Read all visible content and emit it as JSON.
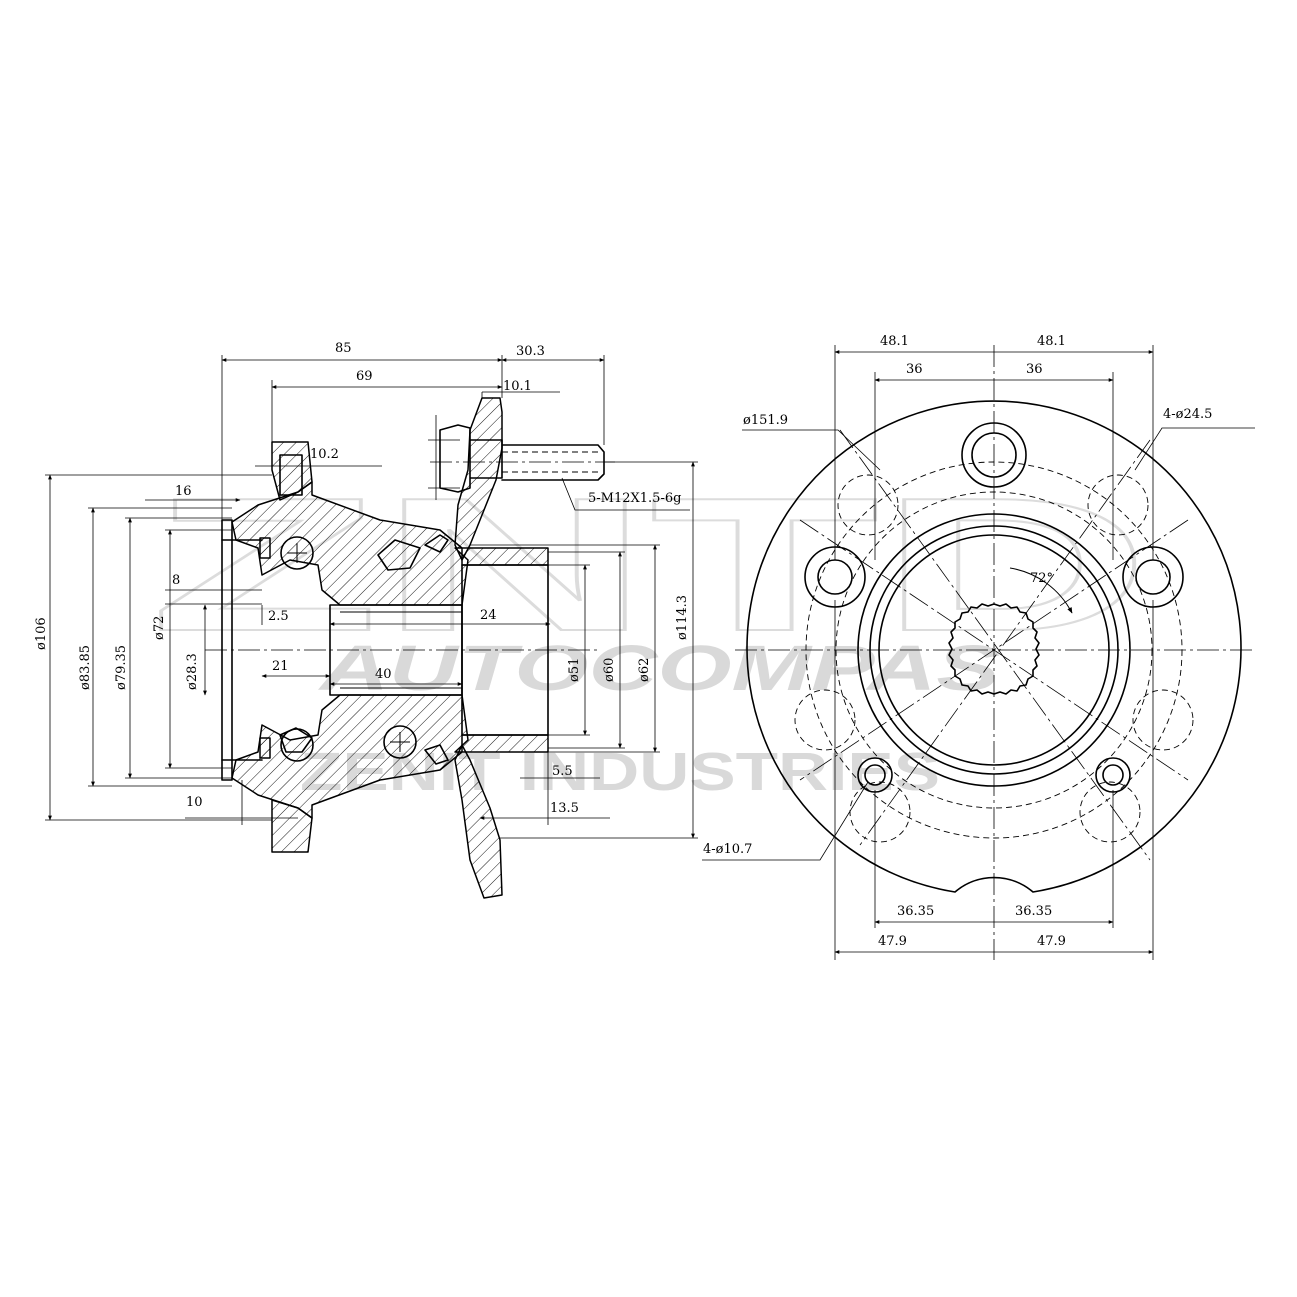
{
  "watermark": {
    "logo_letters": "ZNTD",
    "company": "AUTOCOMPAS",
    "tagline": "ZENIT INDUSTRIES"
  },
  "section_view": {
    "dim_85": "85",
    "dim_30_3": "30.3",
    "dim_69": "69",
    "dim_10_1": "10.1",
    "dim_10_2": "10.2",
    "dim_16": "16",
    "dim_8": "8",
    "dim_2_5": "2.5",
    "dim_24": "24",
    "dim_21": "21",
    "dim_40": "40",
    "dim_5_5": "5.5",
    "dim_10": "10",
    "dim_13_5": "13.5",
    "stud_note": "5-M12X1.5-6g",
    "dia_106": "ø106",
    "dia_83_85": "ø83.85",
    "dia_79_35": "ø79.35",
    "dia_72": "ø72",
    "dia_28_3": "ø28.3",
    "dia_51": "ø51",
    "dia_60": "ø60",
    "dia_62": "ø62",
    "dia_114_3": "ø114.3"
  },
  "front_view": {
    "dim_48_1_left": "48.1",
    "dim_48_1_right": "48.1",
    "dim_36_left": "36",
    "dim_36_right": "36",
    "dia_151_9": "ø151.9",
    "holes_24_5": "4-ø24.5",
    "angle_72": "72°",
    "holes_10_7": "4-ø10.7",
    "dim_36_35_left": "36.35",
    "dim_36_35_right": "36.35",
    "dim_47_9_left": "47.9",
    "dim_47_9_right": "47.9"
  }
}
